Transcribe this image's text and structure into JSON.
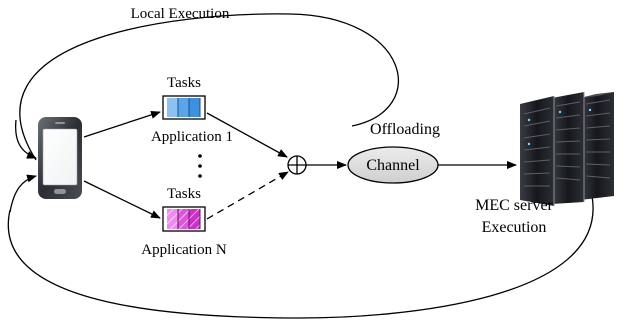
{
  "labels": {
    "local_execution": "Local Execution",
    "tasks_1": "Tasks",
    "application_1": "Application 1",
    "ellipsis": "⋮",
    "tasks_n": "Tasks",
    "application_n": "Application N",
    "offloading": "Offloading",
    "channel": "Channel",
    "mec_line1": "MEC server",
    "mec_line2": "Execution",
    "combiner_symbol": "⊕"
  },
  "colors": {
    "queue_1": "#3d8fe0",
    "queue_1_light": "#8cc2f2",
    "queue_n": "#cc2ec8",
    "queue_n_light": "#f08af0",
    "channel_fill": "#dedede",
    "server_dark": "#1e2024",
    "line": "#000000"
  },
  "icons": {
    "device": "smartphone-icon",
    "server": "server-rack-icon"
  }
}
